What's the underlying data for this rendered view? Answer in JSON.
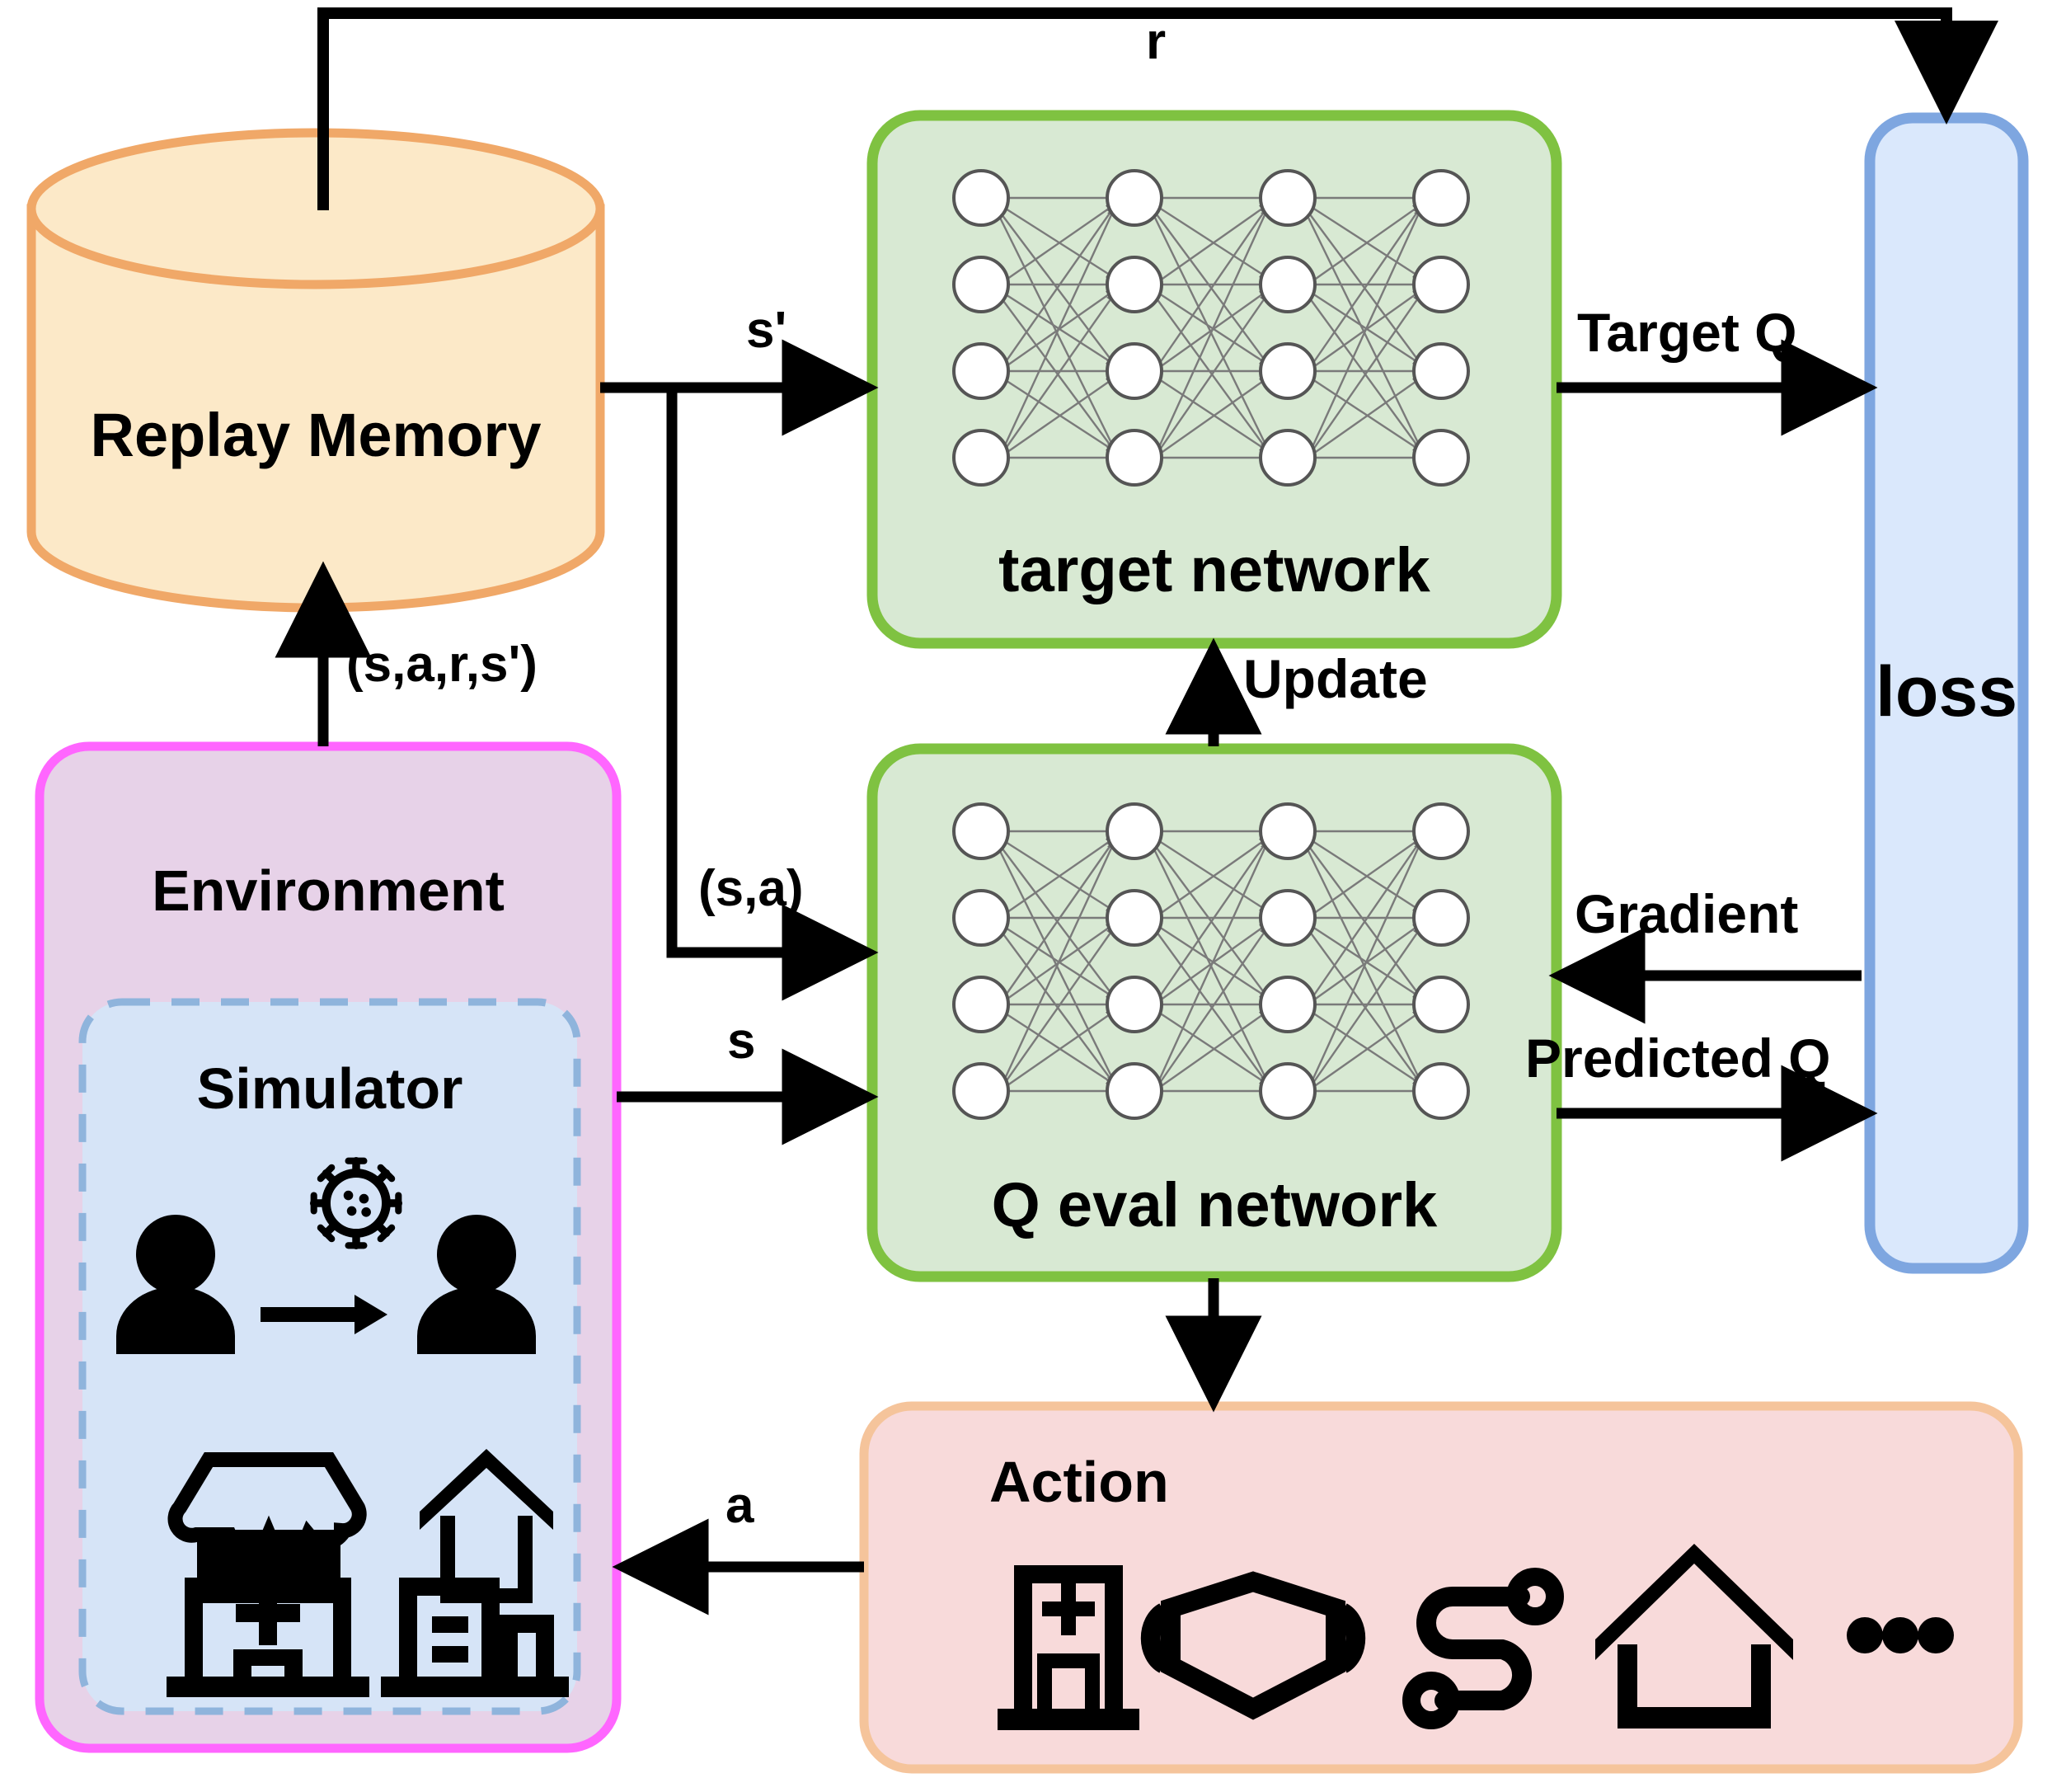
{
  "diagram": {
    "title": "Deep Q-Network reinforcement learning loop with epidemic simulator",
    "nodes": {
      "replay_memory": {
        "label": "Replay Memory",
        "shape": "cylinder",
        "fill": "#FCE9C8",
        "stroke": "#F0A868"
      },
      "environment": {
        "label": "Environment",
        "shape": "rounded-rect",
        "fill": "#E7D2E8",
        "stroke": "#FF66FF"
      },
      "simulator": {
        "label": "Simulator",
        "shape": "rounded-rect-dashed",
        "fill": "#D6E4F7",
        "stroke": "#8FB4DC"
      },
      "target_network": {
        "label": "target network",
        "shape": "rounded-rect",
        "fill": "#D8E9D3",
        "stroke": "#7FC241"
      },
      "q_eval_network": {
        "label": "Q eval network",
        "shape": "rounded-rect",
        "fill": "#D8E9D3",
        "stroke": "#7FC241"
      },
      "loss": {
        "label": "loss",
        "shape": "rounded-rect",
        "fill": "#DAE8FC",
        "stroke": "#7EA6E0"
      },
      "action": {
        "label": "Action",
        "shape": "rounded-rect",
        "fill": "#F8DADA",
        "stroke": "#F5C49B"
      }
    },
    "edges": [
      {
        "id": "reward",
        "label": "r",
        "from": "replay_memory",
        "to": "loss"
      },
      {
        "id": "next-state",
        "label": "s'",
        "from": "replay_memory",
        "to": "target_network"
      },
      {
        "id": "state-action",
        "label": "(s,a)",
        "from": "replay_memory",
        "to": "q_eval_network"
      },
      {
        "id": "transition",
        "label": "(s,a,r,s')",
        "from": "environment",
        "to": "replay_memory"
      },
      {
        "id": "state",
        "label": "s",
        "from": "simulator",
        "to": "q_eval_network"
      },
      {
        "id": "target-q",
        "label": "Target Q",
        "from": "target_network",
        "to": "loss"
      },
      {
        "id": "predicted-q",
        "label": "Predicted Q",
        "from": "q_eval_network",
        "to": "loss"
      },
      {
        "id": "gradient",
        "label": "Gradient",
        "from": "loss",
        "to": "q_eval_network"
      },
      {
        "id": "update",
        "label": "Update",
        "from": "q_eval_network",
        "to": "target_network"
      },
      {
        "id": "action-out",
        "label": "a",
        "from": "action",
        "to": "environment"
      }
    ],
    "neural_net": {
      "layers": 4,
      "nodes_per_layer": 4,
      "node_fill": "#FFFFFF",
      "node_stroke": "#555555",
      "edge_stroke": "#7A7A7A"
    },
    "simulator_icons": [
      {
        "name": "person-icon"
      },
      {
        "name": "virus-icon"
      },
      {
        "name": "transmission-arrow-icon"
      },
      {
        "name": "person-icon"
      },
      {
        "name": "store-icon"
      },
      {
        "name": "house-icon"
      },
      {
        "name": "hospital-icon"
      },
      {
        "name": "office-building-icon"
      }
    ],
    "action_icons": [
      {
        "name": "hospital-icon"
      },
      {
        "name": "face-mask-icon"
      },
      {
        "name": "social-distance-route-icon"
      },
      {
        "name": "house-icon"
      },
      {
        "name": "ellipsis-icon"
      }
    ],
    "colors": {
      "arrow": "#000000",
      "background": "#FFFFFF"
    }
  }
}
